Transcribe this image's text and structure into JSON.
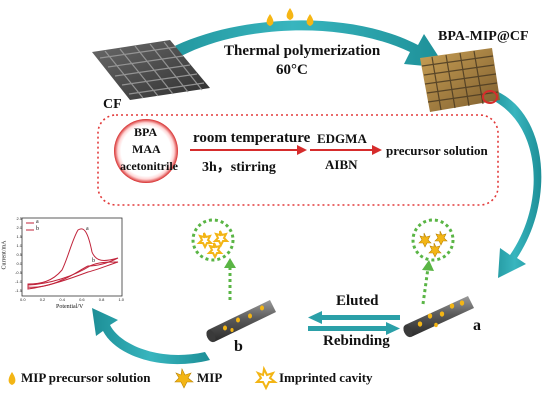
{
  "diagram": {
    "thermal_step": {
      "line1": "Thermal polymerization",
      "line2": "60°C"
    },
    "cf_label": "CF",
    "product_label": "BPA-MIP@CF",
    "precursor_box": {
      "circle_lines": [
        "BPA",
        "MAA",
        "acetonitrile"
      ],
      "step1_top": "room temperature",
      "step1_bottom": "3h，stirring",
      "step2_top": "EDGMA",
      "step2_bottom": "AIBN",
      "result": "precursor solution"
    },
    "electrode_a_label": "a",
    "electrode_b_label": "b",
    "eluted_label": "Eluted",
    "rebinding_label": "Rebinding",
    "legend": {
      "precursor": "MIP precursor solution",
      "mip": "MIP",
      "cavity": "Imprinted cavity"
    },
    "cv_plot": {
      "ylabel": "Current/mA",
      "xlabel": "Potential/V",
      "legend_a": "a",
      "legend_b": "b",
      "curve_a_label": "a",
      "curve_b_label": "b",
      "y_ticks": [
        "2.5",
        "2.0",
        "1.5",
        "1.0",
        "0.5",
        "0.0",
        "-0.5",
        "-1.0",
        "-1.5"
      ],
      "x_ticks": [
        "0.0",
        "0.2",
        "0.4",
        "0.6",
        "0.8",
        "1.0"
      ]
    },
    "colors": {
      "arrow_teal": "#2a9fa8",
      "circle_red": "#d62c2c",
      "dotted_green": "#5ab545",
      "dotted_red": "#e23a3a",
      "yellow": "#f3b515",
      "curve_red": "#c0233a"
    }
  }
}
